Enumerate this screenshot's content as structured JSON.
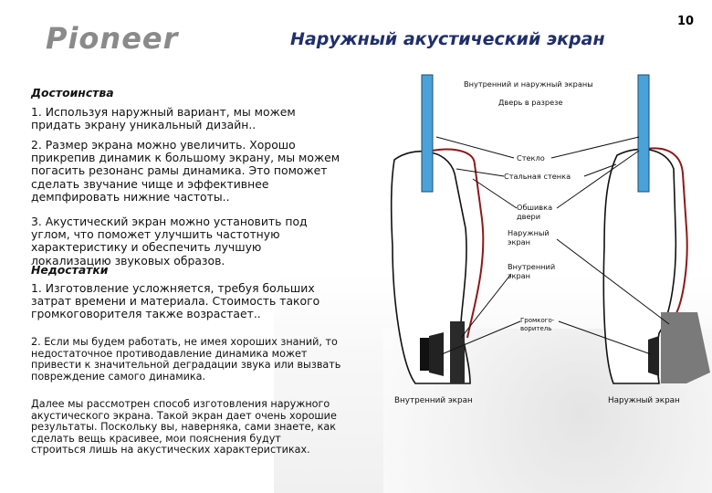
{
  "brand": {
    "logo_text": "Pioneer"
  },
  "slide": {
    "title": "Наружный акустический экран",
    "page_number": "10"
  },
  "advantages": {
    "heading": "Достоинства",
    "items": [
      "1.  Используя наружный вариант, мы можем придать экрану уникальный дизайн..",
      "2.  Размер экрана можно увеличить. Хорошо прикрепив динамик к большому экрану, мы можем погасить резонанс рамы динамика. Это поможет сделать звучание чище и эффективнее демпфировать нижние частоты..",
      "3.  Акустический экран можно установить под углом, что поможет улучшить частотную характеристику и обеспечить лучшую локализацию звуковых образов."
    ]
  },
  "disadvantages": {
    "heading": "Недостатки",
    "items": [
      "1. Изготовление усложняется, требуя больших затрат времени и материала. Стоимость такого громкоговорителя также возрастает..",
      "2.  Если мы будем работать, не имея хороших знаний, то недостаточное противодавление динамика может привести к значительной деградации звука или вызвать повреждение самого динамика."
    ]
  },
  "closing": "Далее мы рассмотрен способ изготовления наружного акустического экрана. Такой экран дает очень хорошие результаты. Поскольку вы, наверняка, сами знаете, как сделать вещь красивее, мои пояснения будут строиться лишь на акустических характеристиках.",
  "diagram": {
    "labels": {
      "screens": "Внутренний   и   наружный экраны",
      "door_cut": "Дверь в разрезе",
      "glass": "Стекло",
      "steel": "Стальная стенка",
      "trim": "Обшивка двери",
      "outer_screen": "Наружный экран",
      "inner_screen": "Внутренний экран",
      "speaker": "Громкого- воритель"
    },
    "captions": {
      "left": "Внутренний экран",
      "right": "Наружный экран"
    },
    "colors": {
      "glass": "#4aa3d8",
      "trim": "#8b1a1a",
      "outer_panel": "#7a7a7a",
      "speaker": "#2a2a2a"
    }
  }
}
